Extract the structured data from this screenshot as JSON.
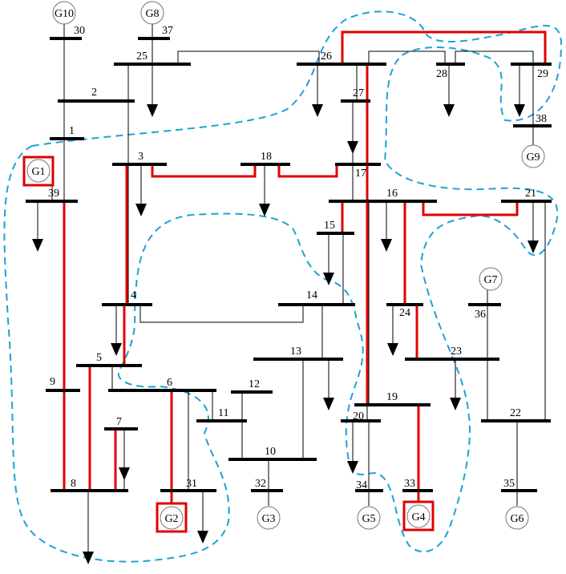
{
  "diagram": {
    "buses": [
      "1",
      "2",
      "3",
      "4",
      "5",
      "6",
      "7",
      "8",
      "9",
      "10",
      "11",
      "12",
      "13",
      "14",
      "15",
      "16",
      "17",
      "18",
      "19",
      "20",
      "21",
      "22",
      "23",
      "24",
      "25",
      "26",
      "27",
      "28",
      "29",
      "30",
      "31",
      "32",
      "33",
      "34",
      "35",
      "36",
      "37",
      "38",
      "39"
    ],
    "generators": [
      "G1",
      "G2",
      "G3",
      "G4",
      "G5",
      "G6",
      "G7",
      "G8",
      "G9",
      "G10"
    ],
    "highlighted_generators": [
      "G1",
      "G2",
      "G4"
    ],
    "colors": {
      "bus": "#000000",
      "line": "#000000",
      "highlighted_line": "#e00000",
      "highlight_box": "#e00000",
      "partition_boundary": "#1aa3d9",
      "generator_outline": "#777777"
    }
  }
}
